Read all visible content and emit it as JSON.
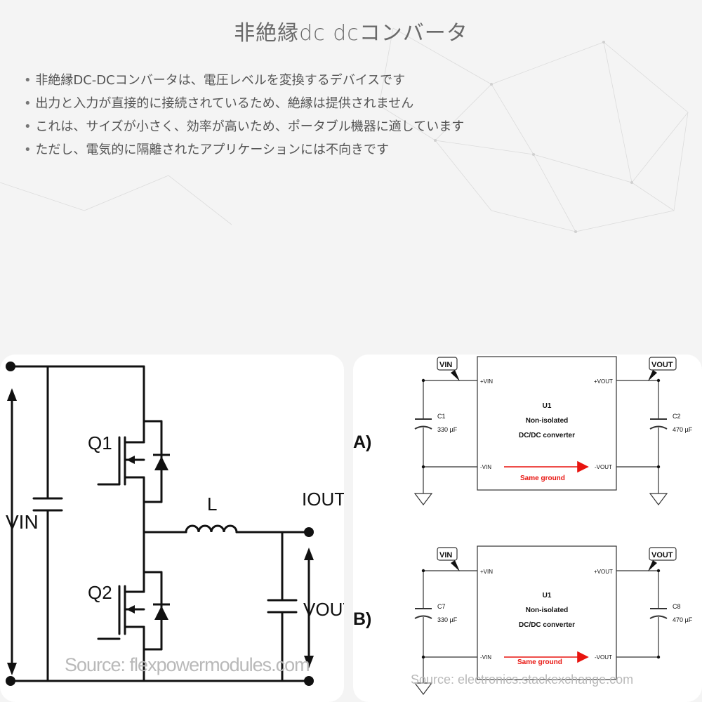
{
  "title": "非絶縁dc dcコンバータ",
  "bullets": [
    "非絶縁DC-DCコンバータは、電圧レベルを変換するデバイスです",
    "出力と入力が直接的に接続されているため、絶縁は提供されません",
    "これは、サイズが小さく、効率が高いため、ポータブル機器に適しています",
    "ただし、電気的に隔離されたアプリケーションには不向きです"
  ],
  "left_diagram": {
    "vin": "VIN",
    "q1": "Q1",
    "q2": "Q2",
    "inductor": "L",
    "iout": "IOUT",
    "vout": "VOUT",
    "source": "Source: flexpowermodules.com"
  },
  "right_diagram": {
    "source": "Source: electronics.stackexchange.com",
    "a": {
      "label": "A)",
      "vin_tag": "VIN",
      "vout_tag": "VOUT",
      "u": "U1",
      "desc1": "Non-isolated",
      "desc2": "DC/DC converter",
      "pin_vin_p": "+VIN",
      "pin_vin_n": "-VIN",
      "pin_vout_p": "+VOUT",
      "pin_vout_n": "-VOUT",
      "cin": "C1",
      "cin_val": "330 µF",
      "cout": "C2",
      "cout_val": "470 µF",
      "ground": "Same ground"
    },
    "b": {
      "label": "B)",
      "vin_tag": "VIN",
      "vout_tag": "VOUT",
      "u": "U1",
      "desc1": "Non-isolated",
      "desc2": "DC/DC converter",
      "pin_vin_p": "+VIN",
      "pin_vin_n": "-VIN",
      "pin_vout_p": "+VOUT",
      "pin_vout_n": "-VOUT",
      "cin": "C7",
      "cin_val": "330 µF",
      "cout": "C8",
      "cout_val": "470 µF",
      "ground": "Same ground"
    }
  },
  "colors": {
    "ground_arrow": "#e8140f",
    "ink": "#111111"
  }
}
